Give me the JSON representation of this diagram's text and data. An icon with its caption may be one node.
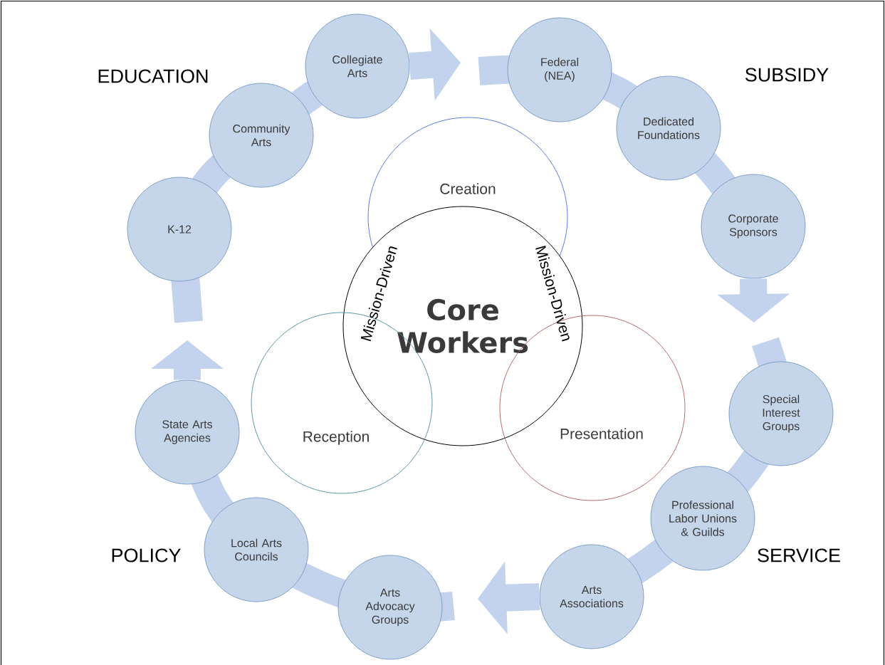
{
  "diagram": {
    "nodes": [
      {
        "text": [
          "K-12"
        ]
      },
      {
        "text": [
          "Community Arts"
        ]
      },
      {
        "text": [
          "Collegiate Arts"
        ]
      },
      {
        "text": [
          "Federal (NEA)"
        ]
      },
      {
        "text": [
          "Dedicated Foundations"
        ]
      },
      {
        "text": [
          "Corporate Sponsors"
        ]
      },
      {
        "text": [
          "Special Interest Groups"
        ]
      },
      {
        "text": [
          "Professional Labor Unions & Guilds"
        ]
      },
      {
        "text": [
          "Arts Associations"
        ]
      },
      {
        "text": [
          "Arts Advocacy Groups"
        ]
      },
      {
        "text": [
          "Local Arts Councils"
        ]
      },
      {
        "text": [
          "State Arts Agencies"
        ]
      },
      {
        "text": [
          "Creation"
        ]
      },
      {
        "text": [
          "Core Workers"
        ]
      },
      {
        "text": [
          "Reception"
        ]
      },
      {
        "text": [
          "Presentation"
        ]
      }
    ],
    "edges": [
      {
        "from": 2,
        "to": null,
        "arrow": "to"
      },
      {
        "from": 5,
        "to": null,
        "arrow": "to"
      },
      {
        "from": 8,
        "to": null,
        "arrow": "to"
      },
      {
        "from": 11,
        "to": null,
        "arrow": "to"
      }
    ],
    "labels": [
      "EDUCATION",
      "SUBSIDY",
      "Mission-Driven",
      "Mission-Driven",
      "POLICY",
      "SERVICE"
    ]
  }
}
